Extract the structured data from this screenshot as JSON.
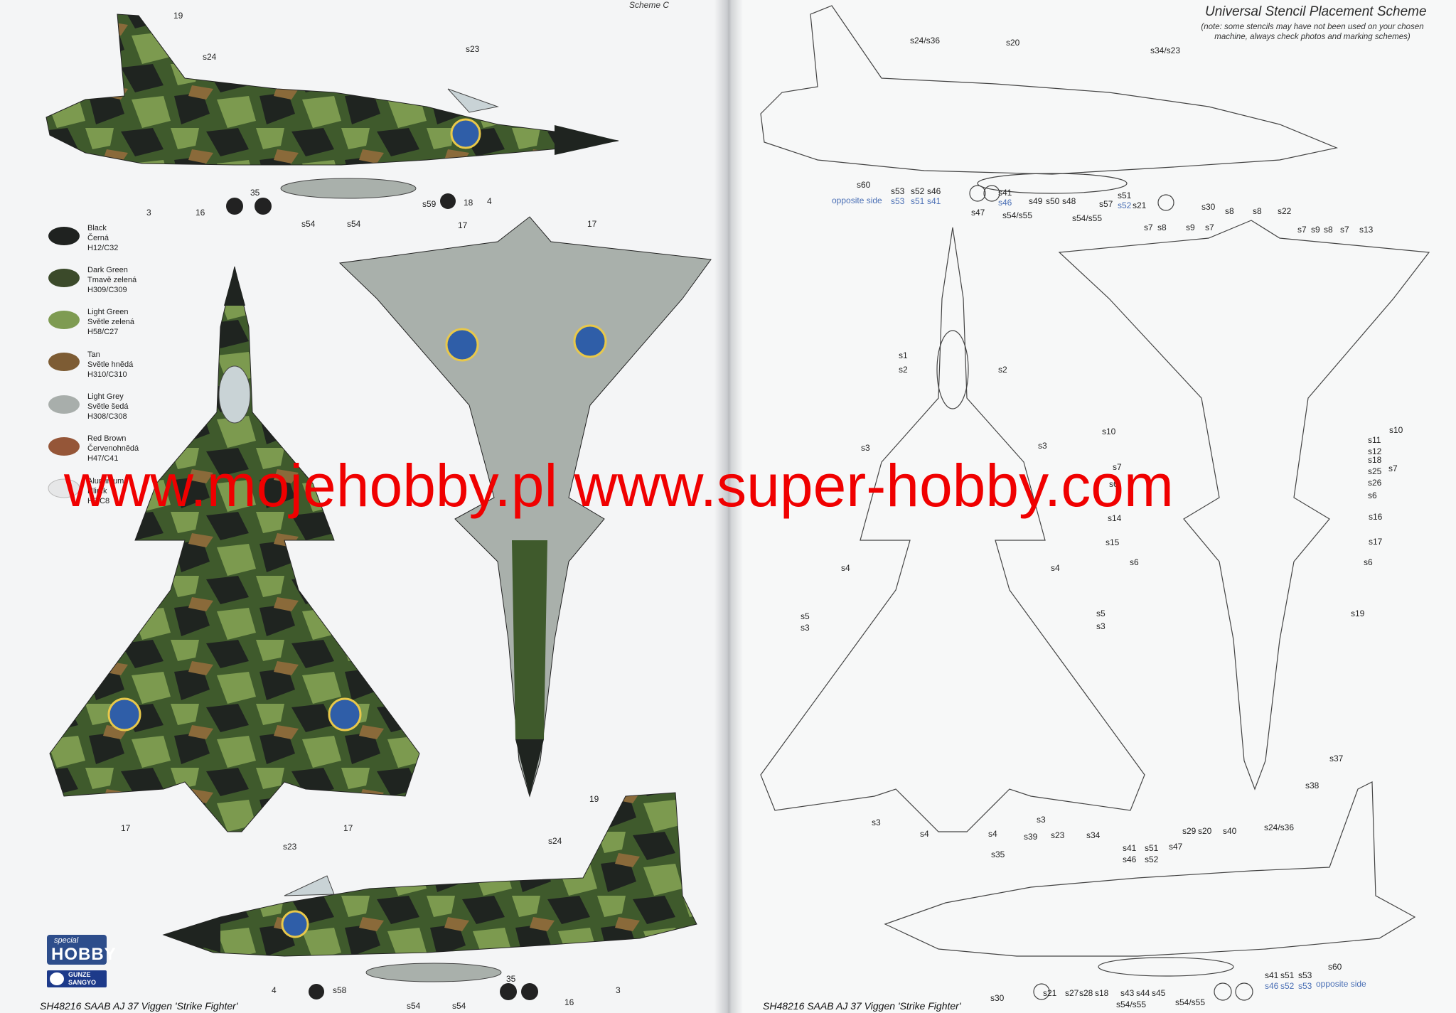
{
  "scheme_tab": "Scheme C",
  "stencil": {
    "title": "Universal Stencil Placement Scheme",
    "note": "(note: some stencils may have not been used on your chosen machine, always check photos and marking schemes)"
  },
  "watermark": "www.mojehobby.pl www.super-hobby.com",
  "footer": {
    "left": "SH48216  SAAB AJ 37 Viggen 'Strike Fighter'",
    "right": "SH48216  SAAB AJ 37 Viggen 'Strike Fighter'"
  },
  "logos": {
    "special_small": "special",
    "special_big": "HOBBY",
    "gunze": "GUNZE\nSANGYO"
  },
  "colors": {
    "camo_black": "#1f2420",
    "camo_dark_green": "#3f5a2c",
    "camo_light_green": "#7c9a4f",
    "camo_tan": "#8a6a3a",
    "light_grey": "#a9b0ab",
    "red_brown": "#9a5a3a",
    "roundel_blue": "#2f5ea8",
    "roundel_yellow": "#e8c84a",
    "watermark": "#f00000"
  },
  "palette": [
    {
      "label": "Black\nČerná\nH12/C32",
      "color": "#1f2220"
    },
    {
      "label": "Dark Green\nTmavě zelená\nH309/C309",
      "color": "#3b4a2a"
    },
    {
      "label": "Light Green\nSvětle zelená\nH58/C27",
      "color": "#7e9b52"
    },
    {
      "label": "Tan\nSvětle hnědá\nH310/C310",
      "color": "#7d5c34"
    },
    {
      "label": "Light Grey\nSvětle šedá\nH308/C308",
      "color": "#a8aeab"
    },
    {
      "label": "Red Brown\nČervenohnědá\nH47/C41",
      "color": "#955638"
    },
    {
      "label": "Aluminium\nHliník\nH8/C8",
      "color": "#e6e7e8"
    }
  ],
  "left_callouts": [
    {
      "text": "19"
    },
    {
      "text": "s24"
    },
    {
      "text": "s23"
    },
    {
      "text": "3"
    },
    {
      "text": "16"
    },
    {
      "text": "35"
    },
    {
      "text": "s54"
    },
    {
      "text": "s54"
    },
    {
      "text": "s59"
    },
    {
      "text": "18"
    },
    {
      "text": "4"
    },
    {
      "text": "17"
    },
    {
      "text": "17"
    },
    {
      "text": "17"
    },
    {
      "text": "17"
    },
    {
      "text": "19"
    },
    {
      "text": "s24"
    },
    {
      "text": "s23"
    },
    {
      "text": "4"
    },
    {
      "text": "s58"
    },
    {
      "text": "35"
    },
    {
      "text": "16"
    },
    {
      "text": "3"
    },
    {
      "text": "s54"
    },
    {
      "text": "s54"
    }
  ],
  "right_callouts": [
    {
      "text": "s24/s36"
    },
    {
      "text": "s20"
    },
    {
      "text": "s34/s23"
    },
    {
      "text": "s60"
    },
    {
      "text": "opposite side"
    },
    {
      "text": "s53"
    },
    {
      "text": "s53"
    },
    {
      "text": "s52"
    },
    {
      "text": "s51"
    },
    {
      "text": "s46"
    },
    {
      "text": "s41"
    },
    {
      "text": "s47"
    },
    {
      "text": "s41"
    },
    {
      "text": "s46"
    },
    {
      "text": "s54/s55"
    },
    {
      "text": "s49"
    },
    {
      "text": "s50"
    },
    {
      "text": "s48"
    },
    {
      "text": "s54/s55"
    },
    {
      "text": "s57"
    },
    {
      "text": "s51"
    },
    {
      "text": "s52"
    },
    {
      "text": "s21"
    },
    {
      "text": "s30"
    },
    {
      "text": "s1"
    },
    {
      "text": "s2"
    },
    {
      "text": "s2"
    },
    {
      "text": "s3"
    },
    {
      "text": "s3"
    },
    {
      "text": "s4"
    },
    {
      "text": "s4"
    },
    {
      "text": "s5"
    },
    {
      "text": "s3"
    },
    {
      "text": "s5"
    },
    {
      "text": "s3"
    },
    {
      "text": "s3"
    },
    {
      "text": "s4"
    },
    {
      "text": "s4"
    },
    {
      "text": "s3"
    },
    {
      "text": "s7"
    },
    {
      "text": "s8"
    },
    {
      "text": "s9"
    },
    {
      "text": "s7"
    },
    {
      "text": "s8"
    },
    {
      "text": "s8"
    },
    {
      "text": "s22"
    },
    {
      "text": "s7"
    },
    {
      "text": "s9"
    },
    {
      "text": "s8"
    },
    {
      "text": "s7"
    },
    {
      "text": "s13"
    },
    {
      "text": "s10"
    },
    {
      "text": "s10"
    },
    {
      "text": "s11"
    },
    {
      "text": "s12"
    },
    {
      "text": "s18"
    },
    {
      "text": "s25"
    },
    {
      "text": "s26"
    },
    {
      "text": "s6"
    },
    {
      "text": "s7"
    },
    {
      "text": "s6"
    },
    {
      "text": "s7"
    },
    {
      "text": "s14"
    },
    {
      "text": "s16"
    },
    {
      "text": "s15"
    },
    {
      "text": "s17"
    },
    {
      "text": "s6"
    },
    {
      "text": "s6"
    },
    {
      "text": "s19"
    },
    {
      "text": "s37"
    },
    {
      "text": "s38"
    },
    {
      "text": "s35"
    },
    {
      "text": "s39"
    },
    {
      "text": "s23"
    },
    {
      "text": "s34"
    },
    {
      "text": "s41"
    },
    {
      "text": "s46"
    },
    {
      "text": "s51"
    },
    {
      "text": "s52"
    },
    {
      "text": "s47"
    },
    {
      "text": "s29"
    },
    {
      "text": "s20"
    },
    {
      "text": "s40"
    },
    {
      "text": "s24/s36"
    },
    {
      "text": "s60"
    },
    {
      "text": "s41"
    },
    {
      "text": "s51"
    },
    {
      "text": "s53"
    },
    {
      "text": "opposite side"
    },
    {
      "text": "s46"
    },
    {
      "text": "s52"
    },
    {
      "text": "s53"
    },
    {
      "text": "s30"
    },
    {
      "text": "s21"
    },
    {
      "text": "s27"
    },
    {
      "text": "s28"
    },
    {
      "text": "s18"
    },
    {
      "text": "s43"
    },
    {
      "text": "s44"
    },
    {
      "text": "s45"
    },
    {
      "text": "s54/s55"
    },
    {
      "text": "s54/s55"
    }
  ]
}
